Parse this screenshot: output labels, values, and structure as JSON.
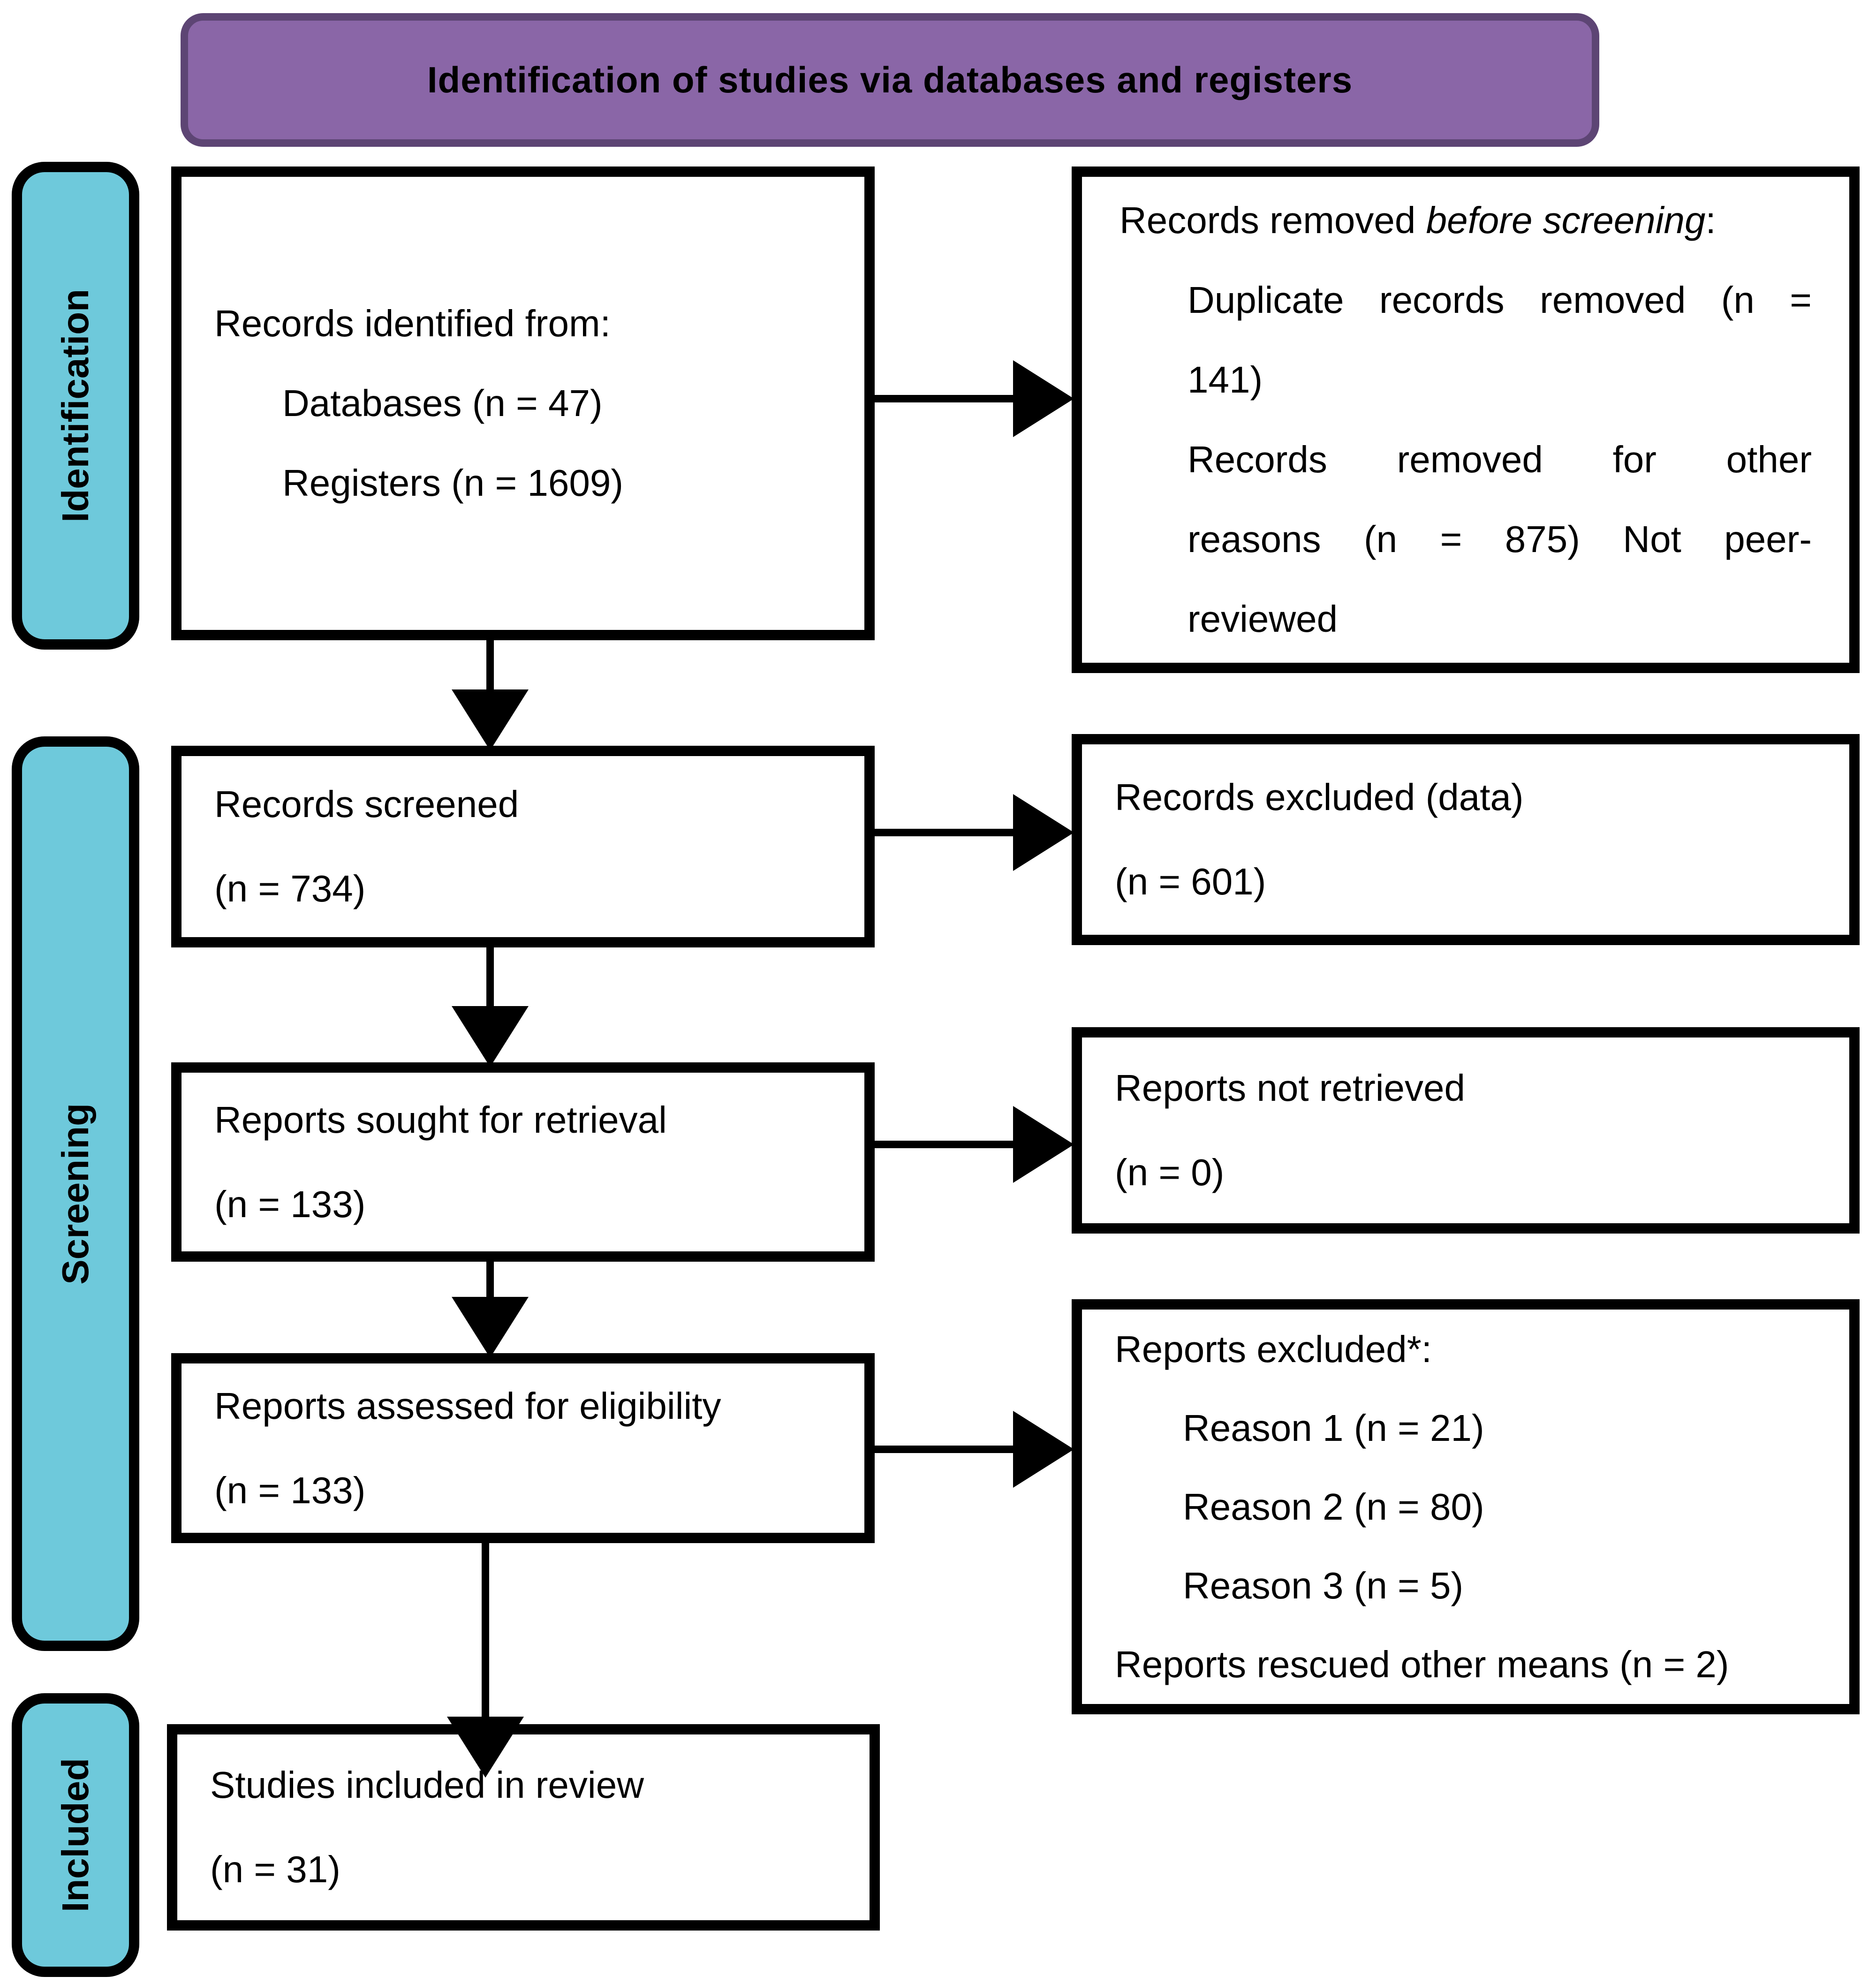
{
  "banner": {
    "title": "Identification of studies via databases and registers"
  },
  "stages": {
    "identification": "Identification",
    "screening": "Screening",
    "included": "Included"
  },
  "boxes": {
    "records_identified": {
      "line1": "Records identified from:",
      "line2": "Databases (n = 47)",
      "line3": "Registers (n = 1609)"
    },
    "records_removed": {
      "line1_pre": "Records removed ",
      "line1_italic": "before screening",
      "line1_post": ":",
      "line2": "Duplicate records removed (n =",
      "line3": "141)",
      "line4": "Records removed for other",
      "line5": "reasons (n = 875) Not peer-",
      "line6": "reviewed"
    },
    "records_screened": {
      "line1": "Records screened",
      "line2": "(n = 734)"
    },
    "records_excluded": {
      "line1": "Records excluded (data)",
      "line2": "(n = 601)"
    },
    "reports_sought": {
      "line1": "Reports sought for retrieval",
      "line2": "(n = 133)"
    },
    "reports_not_retrieved": {
      "line1": "Reports not retrieved",
      "line2": "(n = 0)"
    },
    "reports_assessed": {
      "line1": "Reports assessed for eligibility",
      "line2": "(n = 133)"
    },
    "reports_excluded": {
      "line1": "Reports excluded*:",
      "line2": "Reason 1 (n = 21)",
      "line3": "Reason 2 (n = 80)",
      "line4": "Reason 3 (n = 5)",
      "line5": "Reports rescued other means (n = 2)"
    },
    "studies_included": {
      "line1": "Studies included in review",
      "line2": "(n = 31)"
    }
  },
  "colors": {
    "stage_fill": "#6EC9DB",
    "banner_fill": "#8A66A7",
    "banner_border": "#5D4574",
    "box_border": "#000000",
    "background": "#FFFFFF",
    "text": "#000000"
  }
}
